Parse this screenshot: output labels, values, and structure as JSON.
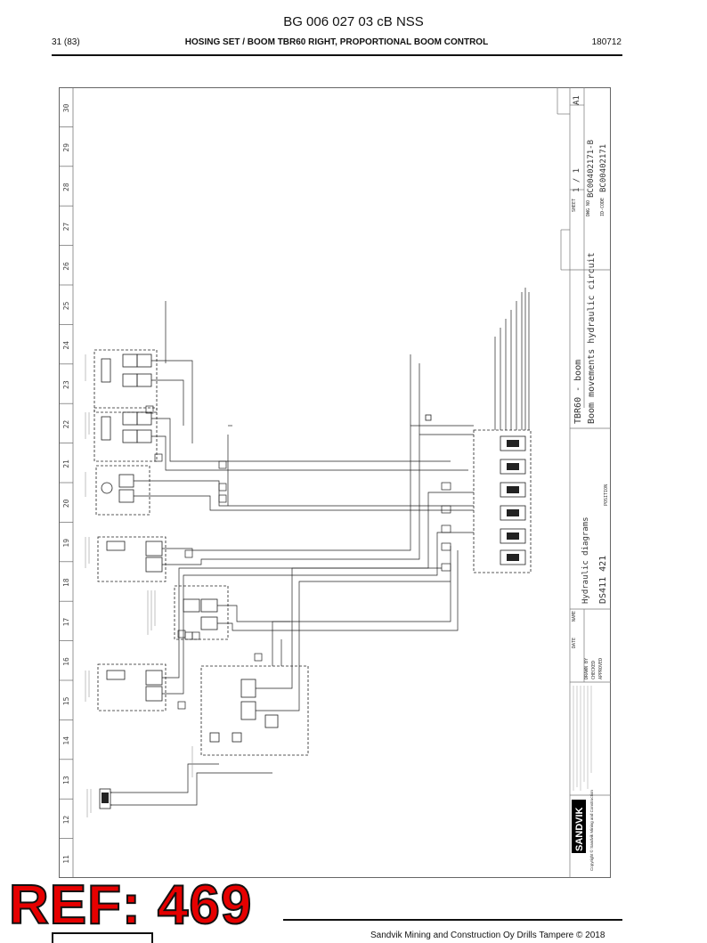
{
  "header": {
    "doc_code": "BG 006 027 03 cB NSS",
    "page": "31 (83)",
    "section_title": "HOSING SET / BOOM TBR60 RIGHT, PROPORTIONAL BOOM CONTROL",
    "date_code": "180712"
  },
  "drawing": {
    "column_numbers": [
      "30",
      "29",
      "28",
      "27",
      "26",
      "25",
      "24",
      "23",
      "22",
      "21",
      "20",
      "19",
      "18",
      "17",
      "16",
      "15",
      "14",
      "13",
      "12",
      "11"
    ],
    "title_line1": "TBR60 - boom",
    "title_line2": "Boom movements hydraulic circuit",
    "category": "Hydraulic diagrams",
    "ds_number": "DS411 421",
    "position_label": "POSITION",
    "sheet_label": "SHEET",
    "sheet_value": "1 / 1",
    "size": "A1",
    "drawing_no_label": "DWG NO",
    "drawing_no": "BC00402171-B",
    "id_label": "ID-CODE",
    "id_code": "BC00402171",
    "drawn_label": "DRAWN BY",
    "checked_label": "CHECKED",
    "approved_label": "APPROVED",
    "date_label": "DATE",
    "name_label": "NAME",
    "company_logo": "SANDVIK",
    "copyright": "Copyright © Sandvik Mining and Construction"
  },
  "watermark": {
    "ref_label": "REF: 469"
  },
  "footer": {
    "company_line": "Sandvik Mining and Construction Oy Drills Tampere © 2018"
  }
}
